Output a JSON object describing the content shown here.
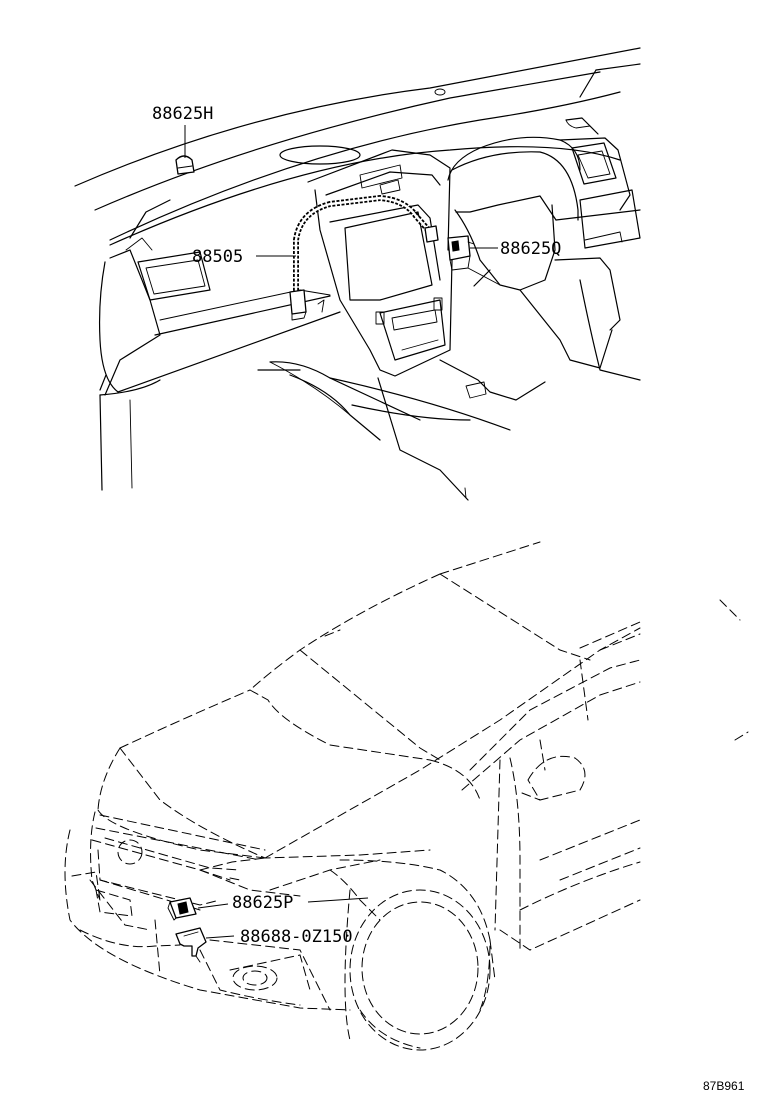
{
  "labels": {
    "top_sensor": "88625H",
    "wire_harness": "88505",
    "cabin_sensor": "88625Q",
    "front_sensor": "88625P",
    "bracket": "88688-0Z150"
  },
  "illustration_code": "87B961",
  "icons": {
    "dashboard": "dashboard-illustration",
    "car": "car-front-illustration"
  }
}
